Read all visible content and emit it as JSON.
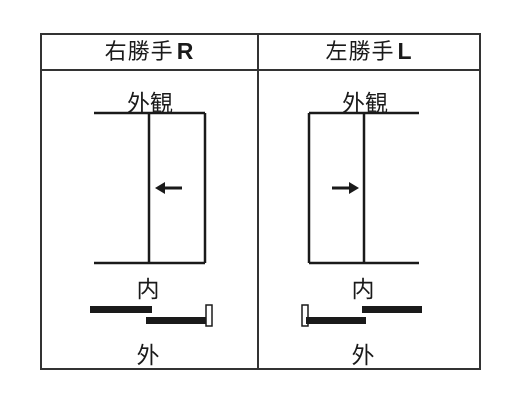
{
  "columns": [
    {
      "name": "右勝手",
      "code": "R",
      "outside_label": "外観",
      "inside_label": "内",
      "bottom_label": "外"
    },
    {
      "name": "左勝手",
      "code": "L",
      "outside_label": "外観",
      "inside_label": "内",
      "bottom_label": "外"
    }
  ]
}
